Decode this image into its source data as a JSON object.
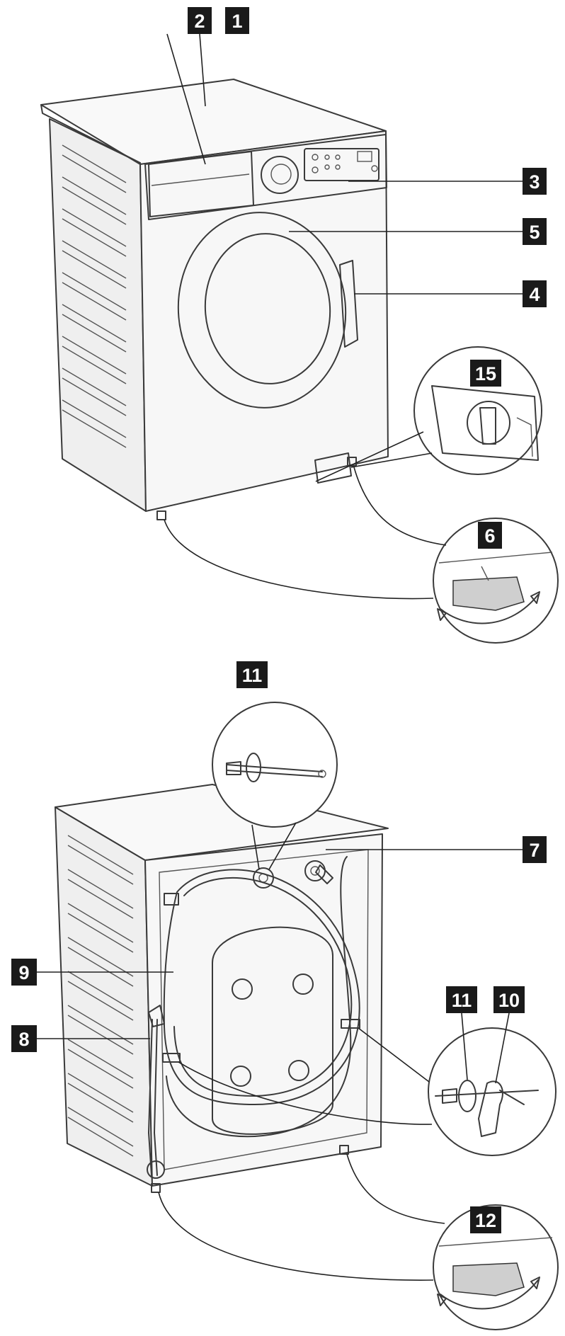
{
  "labels": {
    "l1": "1",
    "l2": "2",
    "l3": "3",
    "l4": "4",
    "l5": "5",
    "l6": "6",
    "l7": "7",
    "l8": "8",
    "l9": "9",
    "l10": "10",
    "l11a": "11",
    "l11b": "11",
    "l12": "12",
    "l15": "15"
  },
  "colors": {
    "tag": "#1a1a1a",
    "tag_text": "#ffffff",
    "line": "#3a3a3a",
    "background": "#ffffff"
  },
  "icons": {
    "front_view": "washing-machine-front-icon",
    "rear_view": "washing-machine-rear-icon"
  }
}
